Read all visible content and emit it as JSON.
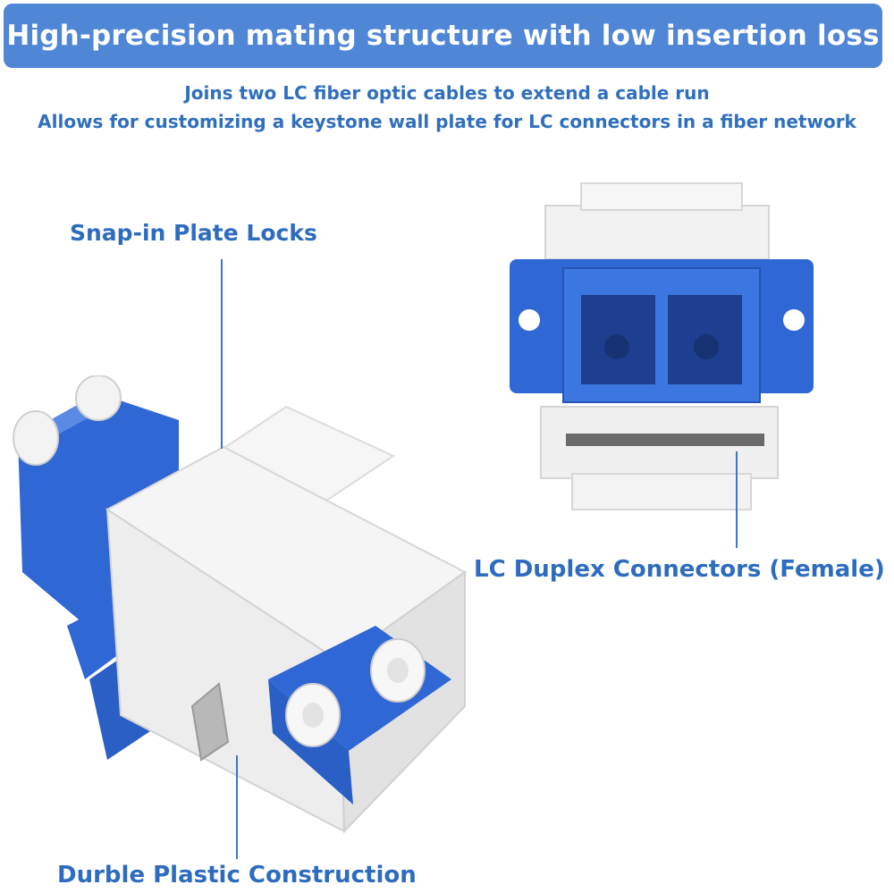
{
  "banner": {
    "title": "High-precision mating structure with low insertion loss"
  },
  "description": {
    "line1": "Joins two LC fiber optic cables to extend a cable run",
    "line2": "Allows for customizing a keystone wall plate for LC connectors in a fiber network"
  },
  "callouts": {
    "snap_in": "Snap-in Plate Locks",
    "lc_duplex": "LC Duplex Connectors (Female)",
    "durable": "Durble Plastic Construction"
  },
  "colors": {
    "banner_bg": "#4f86d6",
    "text_blue": "#2f6fbd",
    "connector_blue": "#2f67d4",
    "housing_white": "#f4f4f4"
  }
}
